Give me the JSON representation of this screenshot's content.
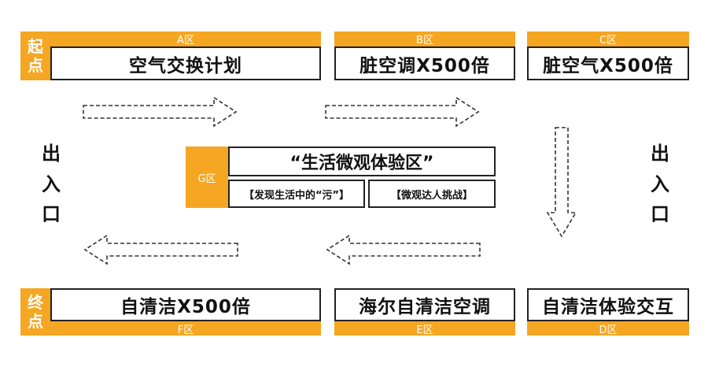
{
  "markers": {
    "start": [
      "起",
      "点"
    ],
    "end": [
      "终",
      "点"
    ]
  },
  "exits": {
    "left": [
      "出",
      "入",
      "口"
    ],
    "right": [
      "出",
      "入",
      "口"
    ]
  },
  "zones": {
    "A": {
      "tag": "A区",
      "label": "空气交换计划"
    },
    "B": {
      "tag": "B区",
      "label": "脏空调X500倍"
    },
    "C": {
      "tag": "C区",
      "label": "脏空气X500倍"
    },
    "D": {
      "tag": "D区",
      "label": "自清洁体验交互"
    },
    "E": {
      "tag": "E区",
      "label": "海尔自清洁空调"
    },
    "F": {
      "tag": "F区",
      "label": "自清洁X500倍"
    },
    "G": {
      "tag": "G区",
      "title": "“生活微观体验区”",
      "items": [
        "【发现生活中的“污”】",
        "【微观达人挑战】"
      ]
    }
  },
  "colors": {
    "accent": "#f5a623",
    "border": "#222222",
    "text": "#111111"
  }
}
